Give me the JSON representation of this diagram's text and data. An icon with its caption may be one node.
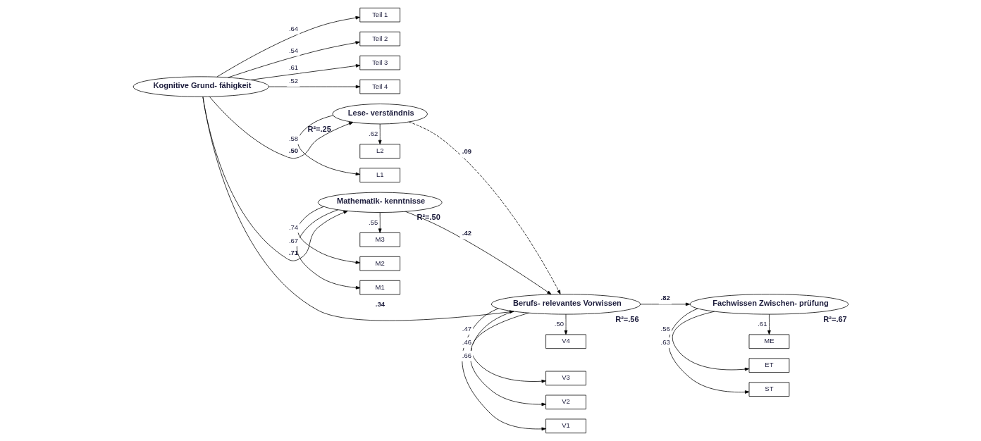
{
  "diagram": {
    "nodes": [
      {
        "text": [
          "Teil 1"
        ]
      },
      {
        "text": [
          "Teil 2"
        ]
      },
      {
        "text": [
          "Teil 3"
        ]
      },
      {
        "text": [
          "Teil 4"
        ]
      },
      {
        "text": [
          "Kognitive Grund- fähigkeit"
        ]
      },
      {
        "text": [
          "L1"
        ]
      },
      {
        "text": [
          "L2"
        ]
      },
      {
        "text": [
          "Lese- verständnis"
        ],
        "beside": [
          "R²=.25"
        ]
      },
      {
        "text": [
          "Mathematik- kenntnisse"
        ],
        "beside": [
          "R²=.50"
        ]
      },
      {
        "text": [
          "M1"
        ]
      },
      {
        "text": [
          "M2"
        ]
      },
      {
        "text": [
          "M3"
        ]
      },
      {
        "text": [
          "V1"
        ]
      },
      {
        "text": [
          "V2"
        ]
      },
      {
        "text": [
          "Berufs- relevantes Vorwissen"
        ],
        "beside": [
          "R²=.56"
        ]
      },
      {
        "text": [
          "V3"
        ]
      },
      {
        "text": [
          "V4"
        ]
      },
      {
        "text": [
          "ST"
        ]
      },
      {
        "text": [
          "ET"
        ]
      },
      {
        "text": [
          "ME"
        ]
      },
      {
        "text": [
          "Fachwissen Zwischen- prüfung"
        ],
        "beside": [
          "R²=.67"
        ]
      }
    ],
    "edges": [
      {
        "from": 4,
        "to": 0,
        "arrow": "to",
        "label": ".64"
      },
      {
        "from": 4,
        "to": 1,
        "arrow": "to",
        "label": ".54"
      },
      {
        "from": 4,
        "to": 2,
        "arrow": "to",
        "label": ".61"
      },
      {
        "from": 4,
        "to": 3,
        "arrow": "to",
        "label": ".52"
      },
      {
        "from": 4,
        "to": 7,
        "arrow": "to",
        "label": ".50"
      },
      {
        "from": 4,
        "to": 14,
        "arrow": "to",
        "label": ".34"
      },
      {
        "from": 4,
        "to": 8,
        "arrow": "to",
        "label": ".71"
      },
      {
        "from": 7,
        "to": 5,
        "arrow": "to",
        "label": ".58"
      },
      {
        "from": 7,
        "to": 6,
        "arrow": "to",
        "label": ".62"
      },
      {
        "from": 7,
        "to": 14,
        "arrow": "to",
        "label": ".09",
        "style": "dashed"
      },
      {
        "from": 8,
        "to": 14,
        "arrow": "to",
        "label": ".42"
      },
      {
        "from": 8,
        "to": 9,
        "arrow": "to",
        "label": ".67"
      },
      {
        "from": 8,
        "to": 10,
        "arrow": "to",
        "label": ".74"
      },
      {
        "from": 8,
        "to": 11,
        "arrow": "to",
        "label": ".55"
      },
      {
        "from": 14,
        "to": 12,
        "arrow": "to",
        "label": ".47"
      },
      {
        "from": 14,
        "to": 13,
        "arrow": "to",
        "label": ".46"
      },
      {
        "from": 14,
        "to": 15,
        "arrow": "to",
        "label": ".66"
      },
      {
        "from": 14,
        "to": 16,
        "arrow": "to",
        "label": ".50"
      },
      {
        "from": 14,
        "to": 20,
        "arrow": "to",
        "label": ".82"
      },
      {
        "from": 20,
        "to": 17,
        "arrow": "to",
        "label": ".56"
      },
      {
        "from": 20,
        "to": 18,
        "arrow": "to",
        "label": ".63"
      },
      {
        "from": 20,
        "to": 19,
        "arrow": "to",
        "label": ".61"
      }
    ]
  }
}
